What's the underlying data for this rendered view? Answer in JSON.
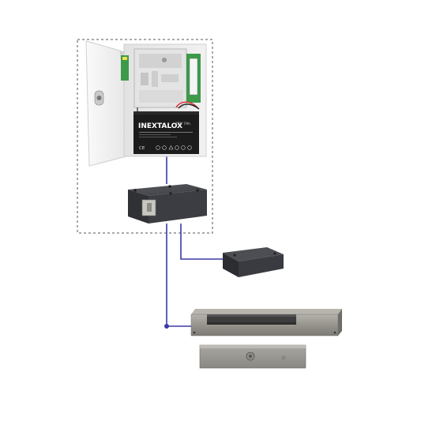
{
  "battery": {
    "brand": "INEXTALOX",
    "spec": "12V 7Ah",
    "ce_mark": "CE"
  },
  "colors": {
    "wire": "#3a3aa8",
    "enclosure": "#eeeeee",
    "battery": "#1c1c1c",
    "relay_box": "#3b3d42",
    "magnet_body": "#8f8d86",
    "psu_board": "#e4e4e4",
    "pcb_green": "#3c9a4a",
    "dashed_border": "#555555"
  },
  "icons": {
    "enclosure": "power-supply-enclosure-icon",
    "battery": "backup-battery-icon",
    "relay": "relay-module-icon",
    "exit_button": "exit-button-icon",
    "maglock": "electromagnetic-lock-icon",
    "armature": "armature-plate-icon"
  }
}
